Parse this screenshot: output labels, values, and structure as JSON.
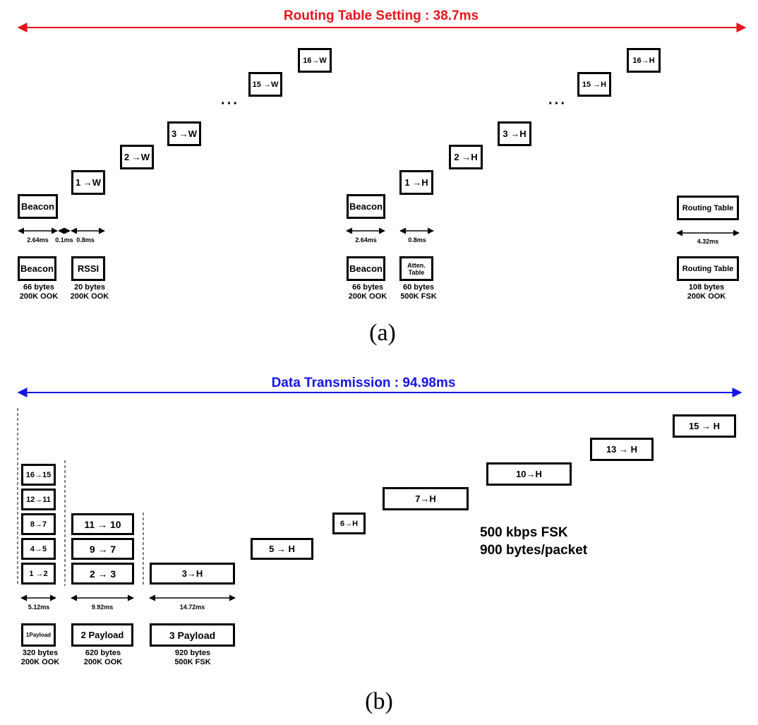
{
  "panel_a": {
    "title": "Routing Table Setting : 38.7ms",
    "title_color": "#e8141c",
    "label": "(a)",
    "packets": {
      "w1": "1 →W",
      "w2": "2 →W",
      "w3": "3 →W",
      "w15": "15 →W",
      "w16": "16→W",
      "h1": "1 →H",
      "h2": "2 →H",
      "h3": "3 →H",
      "h15": "15 →H",
      "h16": "16→H"
    },
    "ellipsis": "···",
    "left": {
      "beacon_top": "Beacon",
      "durations": [
        "2.64ms",
        "0.1ms",
        "0.8ms"
      ],
      "beacon_legend": "Beacon",
      "rssi_legend": "RSSI",
      "beacon_caption": "66 bytes\n200K OOK",
      "rssi_caption": "20 bytes\n200K OOK"
    },
    "middle": {
      "beacon_top": "Beacon",
      "durations": [
        "2.64ms",
        "0.8ms"
      ],
      "beacon_legend": "Beacon",
      "atten_legend": "Atten.\nTable",
      "beacon_caption": "66 bytes\n200K OOK",
      "atten_caption": "60 bytes\n500K FSK"
    },
    "right": {
      "routing_top": "Routing Table",
      "duration": "4.32ms",
      "routing_legend": "Routing Table",
      "routing_caption": "108 bytes\n200K OOK"
    }
  },
  "panel_b": {
    "title": "Data Transmission : 94.98ms",
    "title_color": "#1414e6",
    "label": "(b)",
    "stack1": [
      "16→15",
      "12→11",
      "8→7",
      "4→5",
      "1 →2"
    ],
    "stack2": [
      "11 → 10",
      "9 → 7",
      "2 → 3"
    ],
    "stack3": [
      "3→H"
    ],
    "stairs": [
      "5 → H",
      "6→H",
      "7→H",
      "10→H",
      "13 → H",
      "15 → H"
    ],
    "durations": [
      "5.12ms",
      "9.92ms",
      "14.72ms"
    ],
    "legend": [
      "1Payload",
      "2 Payload",
      "3 Payload"
    ],
    "captions": [
      "320 bytes\n200K OOK",
      "620 bytes\n200K OOK",
      "920 bytes\n500K FSK"
    ],
    "note_line1": "500 kbps FSK",
    "note_line2": "900 bytes/packet"
  }
}
